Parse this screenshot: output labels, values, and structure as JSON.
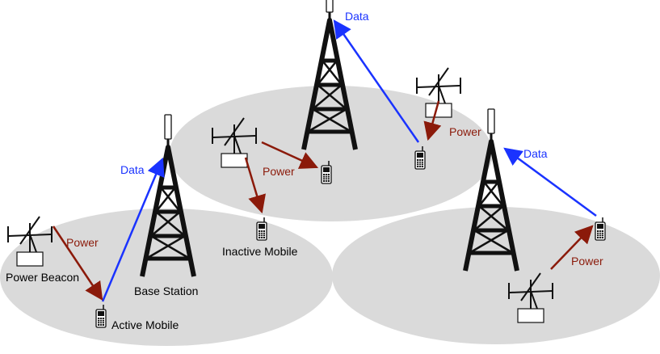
{
  "labels": {
    "data": "Data",
    "power": "Power",
    "power_beacon": "Power Beacon",
    "base_station": "Base Station",
    "active_mobile": "Active Mobile",
    "inactive_mobile": "Inactive Mobile"
  },
  "colors": {
    "cell": "#dadada",
    "data_link": "#1a33ff",
    "power_link": "#8b1a0a",
    "tower": "#111111"
  }
}
